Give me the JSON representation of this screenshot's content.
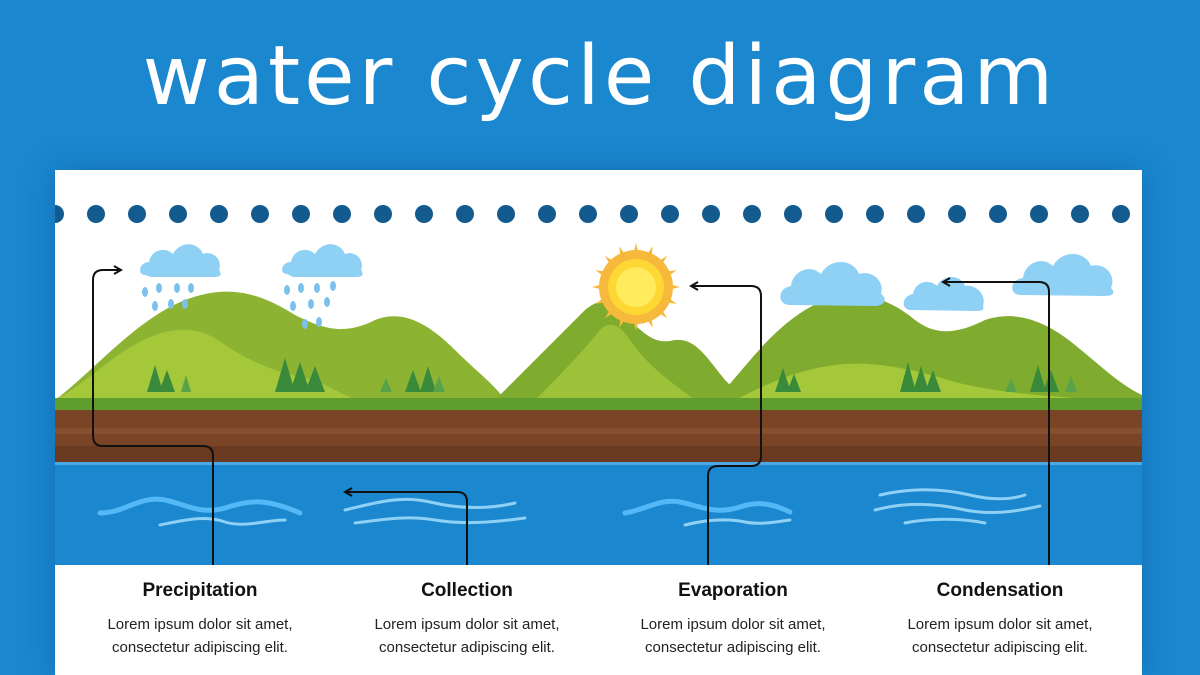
{
  "title": "water cycle diagram",
  "colors": {
    "background": "#1a87cf",
    "card": "#ffffff",
    "dots": "#135a8e",
    "hills": "#7fab2f",
    "hills_light": "#a5c83a",
    "soil": "#7a4526",
    "water": "#1a87cf",
    "cloud": "#8fd0f5",
    "sun": "#fdd835"
  },
  "icons": [
    "rain-cloud-icon",
    "sun-icon",
    "cloud-icon",
    "wave-icon",
    "arrow-icon"
  ],
  "stages": [
    {
      "name": "Precipitation",
      "line1": "Lorem ipsum dolor sit amet,",
      "line2": "consectetur adipiscing elit."
    },
    {
      "name": "Collection",
      "line1": "Lorem ipsum dolor sit amet,",
      "line2": "consectetur adipiscing elit."
    },
    {
      "name": "Evaporation",
      "line1": "Lorem ipsum dolor sit amet,",
      "line2": "consectetur adipiscing elit."
    },
    {
      "name": "Condensation",
      "line1": "Lorem ipsum dolor sit amet,",
      "line2": "consectetur adipiscing elit."
    }
  ]
}
